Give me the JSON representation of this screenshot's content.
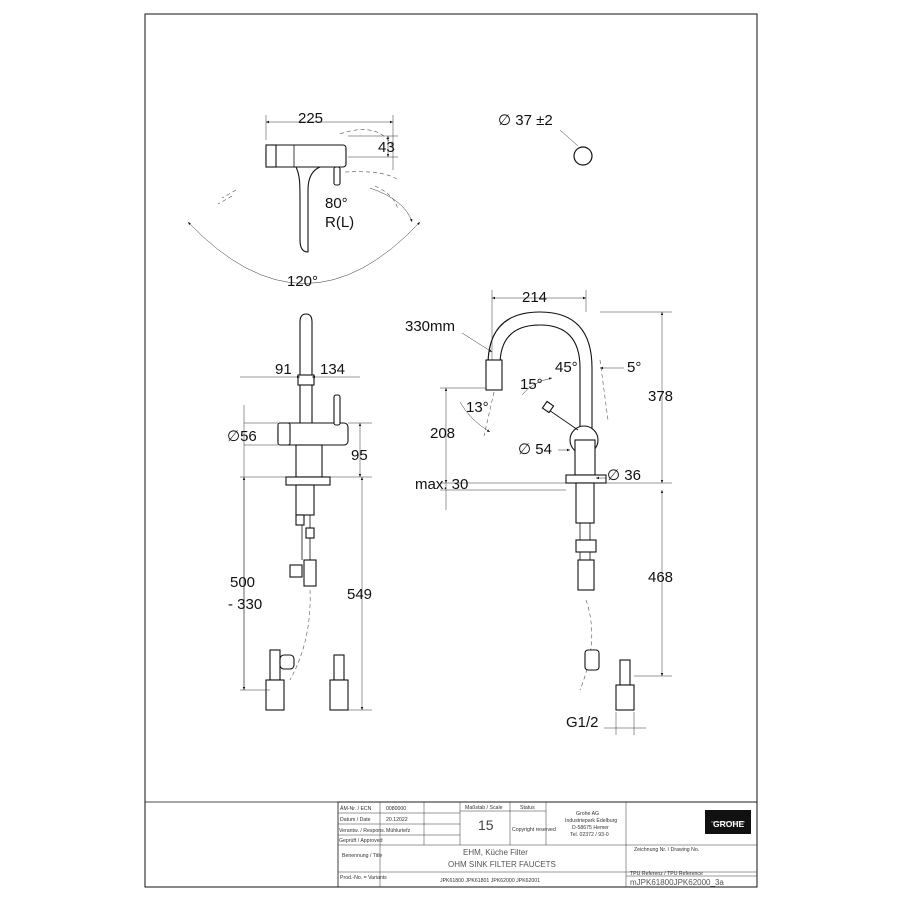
{
  "dimensions": {
    "top_width": "225",
    "top_height": "43",
    "swivel_angle": "80°",
    "swivel_side": "R(L)",
    "swivel_total": "120°",
    "hole_diameter": "∅ 37 ±2",
    "side_width_a": "91",
    "side_width_b": "134",
    "side_diameter": "∅56",
    "side_height_95": "95",
    "side_hose_range": "500",
    "side_hose_range_b": "- 330",
    "side_total": "549",
    "front_reach": "214",
    "front_hose": "330mm",
    "front_angle_45": "45°",
    "front_angle_5": "5°",
    "front_angle_15": "15°",
    "front_angle_13": "13°",
    "front_height_378": "378",
    "front_height_208": "208",
    "front_diameter_54": "∅ 54",
    "front_diameter_36": "∅ 36",
    "front_max_30": "max. 30",
    "front_height_468": "468",
    "front_thread": "G1/2"
  },
  "title_block": {
    "aenr_label": "ÄM-Nr. / ECN",
    "aenr_value": "0080000",
    "datum_label": "Datum / Date",
    "datum_value": "20.12022",
    "verantw_label": "Verantw. / Respons.",
    "verantw_value": "Mühlurtefz",
    "geprueft_label": "Geprüft / Approved",
    "massstab_label": "Maßstab / Scale",
    "massstab_value": "15",
    "status_label": "Status",
    "copyright": "Copyright reserved",
    "company_name": "Grohe AG",
    "company_street": "Industriepark Edelburg",
    "company_city": "D-58675 Hemer",
    "company_tel": "Tel. 02372 / 93-0",
    "logo": "GROHE",
    "benennung_label": "Benennung / Title",
    "title_de": "EHM, Küche Filter",
    "title_en": "OHM SINK FILTER FAUCETS",
    "zeichnung_label": "Zeichnung Nr. / Drawing No.",
    "prod_label": "Prod.-No. = Variants",
    "variants": "JPK61800 JPK61801 JPK62000 JPK62001",
    "tpu_label": "TPU Referenz / TPU Reference",
    "drawing_no": "mJPK61800JPK62000_3a"
  }
}
